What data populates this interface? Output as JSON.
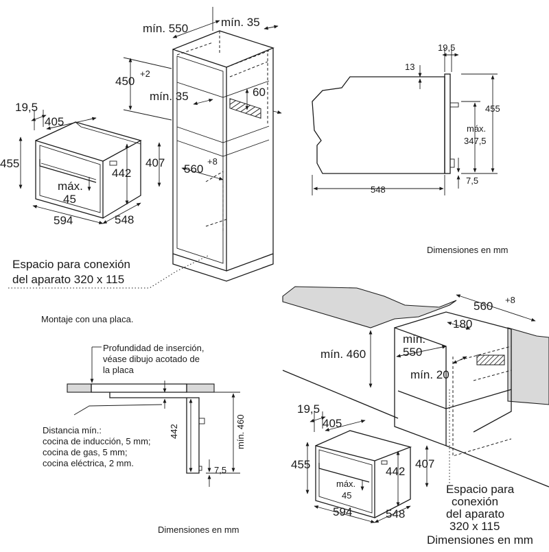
{
  "top_left": {
    "oven_dims": {
      "d19_5": "19,5",
      "d405": "405",
      "d455": "455",
      "d442": "442",
      "d407": "407",
      "max_label": "máx.",
      "max_value": "45",
      "d594": "594",
      "d548": "548"
    },
    "cabinet_dims": {
      "min550": "mín. 550",
      "min35_top": "mín. 35",
      "d450": "450",
      "d450_sup": "+2",
      "min35_mid": "mín. 35",
      "d60": "60",
      "d560": "560",
      "d560_sup": "+8"
    },
    "connection_line1": "Espacio para conexión",
    "connection_line2": "del aparato 320 x 115"
  },
  "top_right": {
    "d19_5": "19,5",
    "d13": "13",
    "d455": "455",
    "max_label": "máx.",
    "max_value": "347,5",
    "d548": "548",
    "d7_5": "7,5",
    "caption": "Dimensiones en mm"
  },
  "bottom_left": {
    "mount_title": "Montaje con una placa.",
    "depth_line1": "Profundidad de inserción,",
    "depth_line2": "véase dibujo acotado de",
    "depth_line3": "la placa",
    "dist_line1": "Distancia mín.:",
    "dist_line2": "cocina de inducción, 5 mm;",
    "dist_line3": "cocina de gas, 5 mm;",
    "dist_line4": "cocina eléctrica, 2 mm.",
    "d442": "442",
    "min460": "mín. 460",
    "d7_5": "7,5",
    "caption": "Dimensiones en mm"
  },
  "bottom_right": {
    "d560": "560",
    "d560_sup": "+8",
    "d180": "180",
    "min460": "mín. 460",
    "min550_l1": "mín.",
    "min550_l2": "550",
    "min20": "mín. 20",
    "d19_5": "19,5",
    "d405": "405",
    "d455": "455",
    "d442": "442",
    "d407": "407",
    "max_label": "máx.",
    "max_value": "45",
    "d594": "594",
    "d548": "548",
    "conn_l1": "Espacio para",
    "conn_l2": "conexión",
    "conn_l3": "del aparato",
    "conn_l4": "320 x 115",
    "caption": "Dimensiones en mm"
  }
}
